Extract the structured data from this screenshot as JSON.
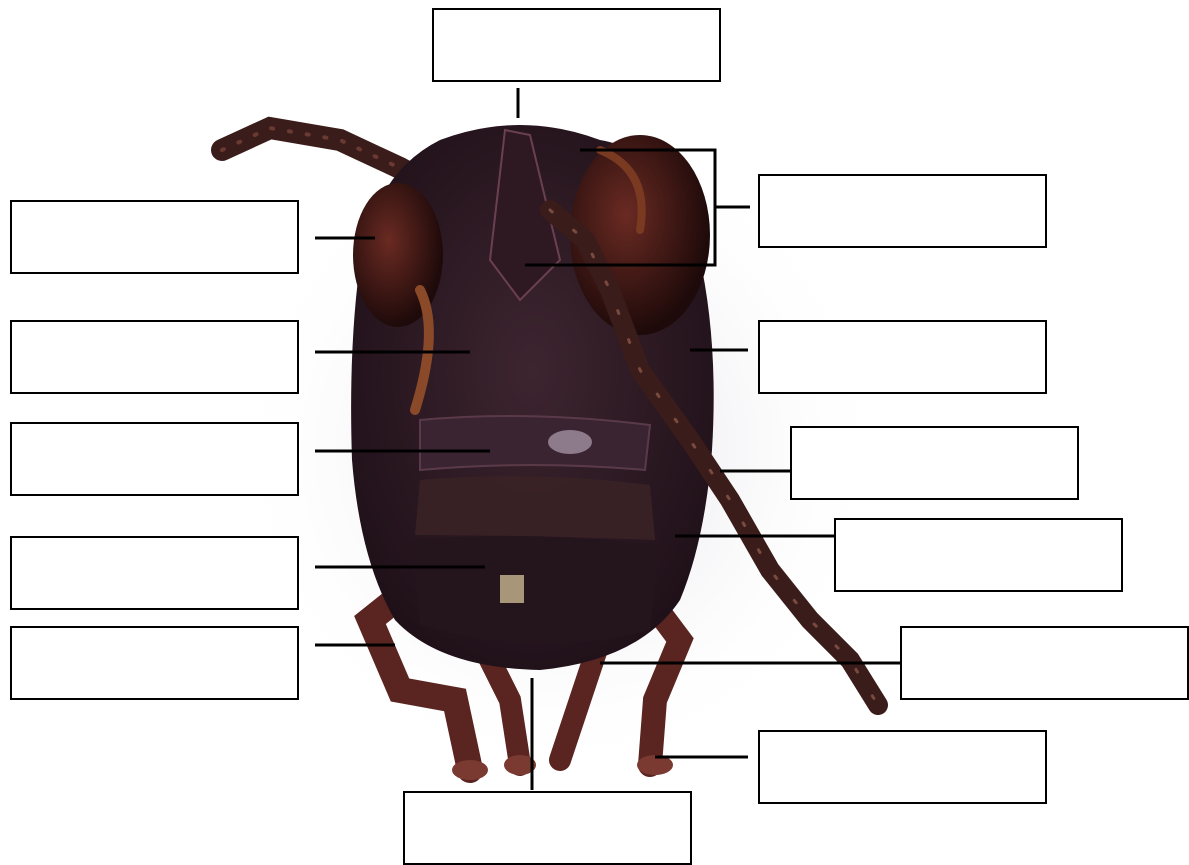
{
  "colors": {
    "background": "#ffffff",
    "box_border": "#000000",
    "leader_line": "#000000",
    "insect_body": "#2a1620",
    "insect_eye": "#3a1512",
    "insect_leg": "#5a2420",
    "insect_highlight": "#8a5a3a"
  },
  "labels": [
    {
      "id": "top",
      "text": ""
    },
    {
      "id": "left-1",
      "text": ""
    },
    {
      "id": "left-2",
      "text": ""
    },
    {
      "id": "left-3",
      "text": ""
    },
    {
      "id": "left-4",
      "text": ""
    },
    {
      "id": "left-5",
      "text": ""
    },
    {
      "id": "bottom",
      "text": ""
    },
    {
      "id": "right-1",
      "text": ""
    },
    {
      "id": "right-2",
      "text": ""
    },
    {
      "id": "right-3",
      "text": ""
    },
    {
      "id": "right-4",
      "text": ""
    },
    {
      "id": "right-5",
      "text": ""
    },
    {
      "id": "right-6",
      "text": ""
    }
  ]
}
